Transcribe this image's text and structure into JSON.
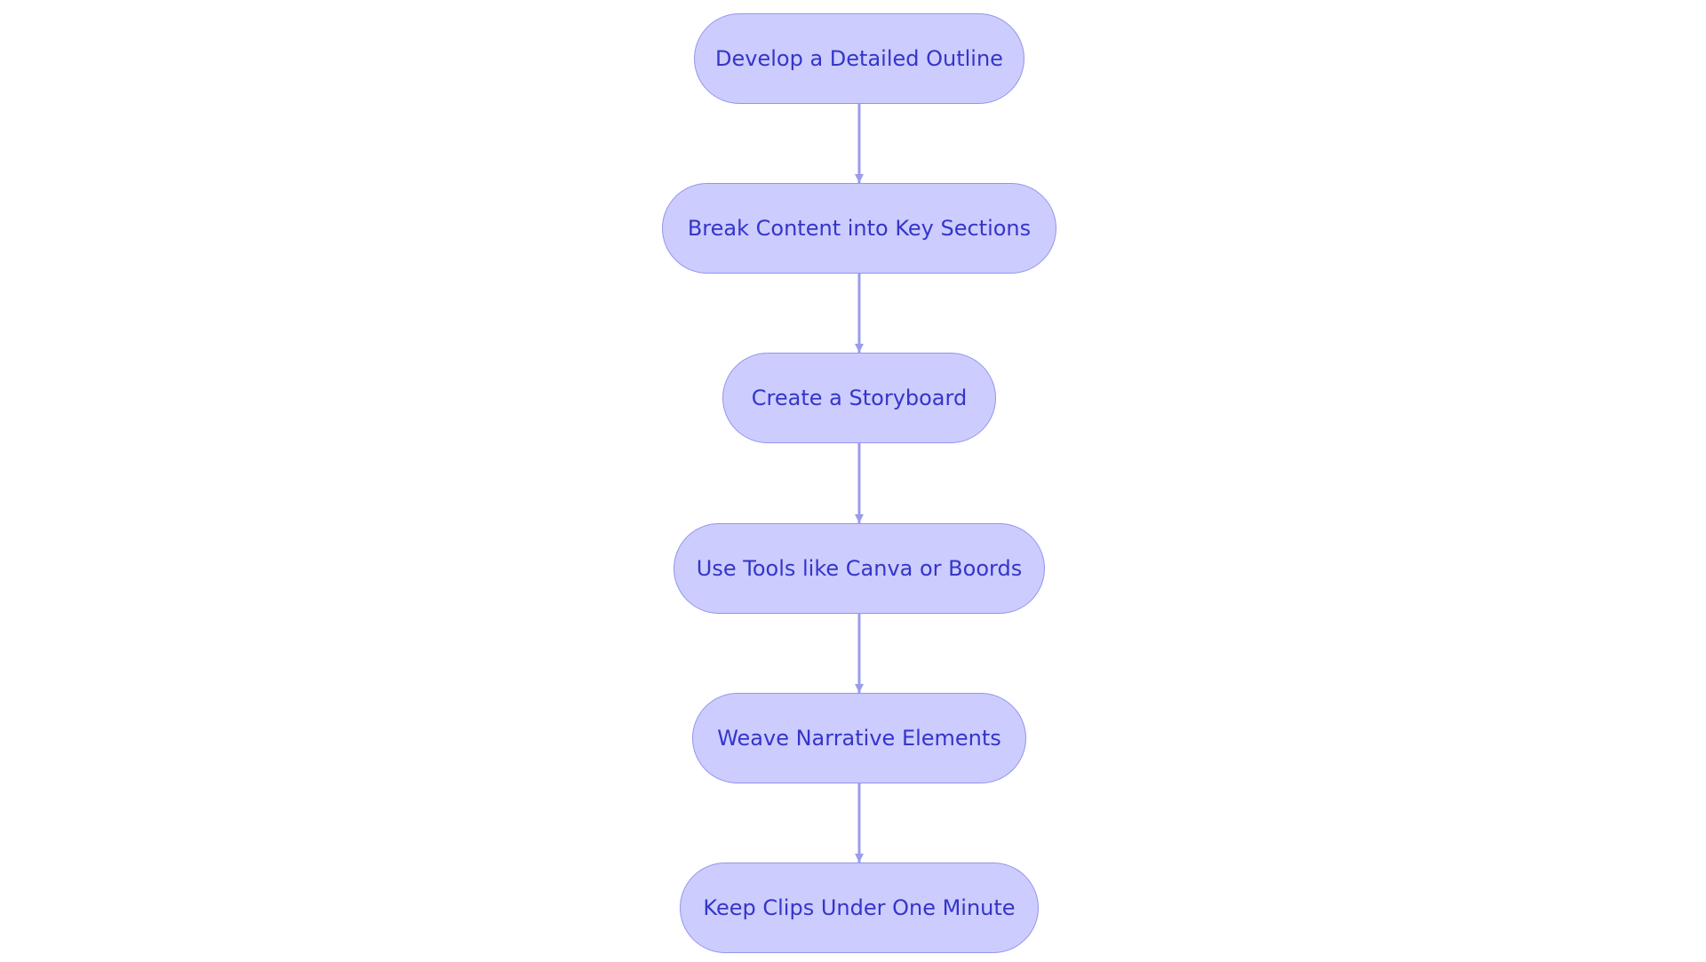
{
  "diagram": {
    "nodes": [
      {
        "label": "Develop a Detailed Outline"
      },
      {
        "label": "Break Content into Key Sections"
      },
      {
        "label": "Create a Storyboard"
      },
      {
        "label": "Use Tools like Canva or Boords"
      },
      {
        "label": "Weave Narrative Elements"
      },
      {
        "label": "Keep Clips Under One Minute"
      }
    ],
    "edges": [
      {
        "from": 0,
        "to": 1
      },
      {
        "from": 1,
        "to": 2
      },
      {
        "from": 2,
        "to": 3
      },
      {
        "from": 3,
        "to": 4
      },
      {
        "from": 4,
        "to": 5
      }
    ],
    "colors": {
      "node_fill": "#ccccff",
      "node_border": "#9495ec",
      "node_text": "#3535c8",
      "edge": "#9a9cec"
    }
  }
}
